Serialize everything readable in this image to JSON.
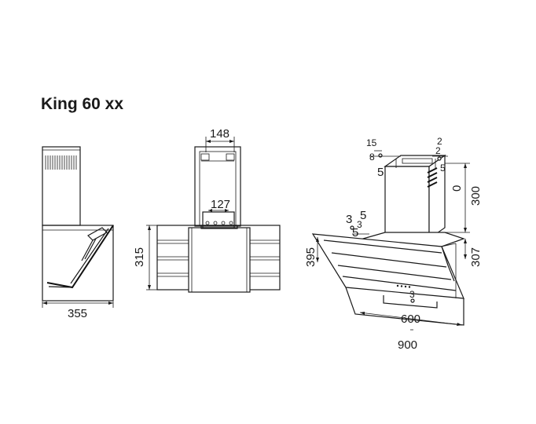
{
  "title": "King 60 xx",
  "side_view": {
    "width_label": "355"
  },
  "front_view": {
    "chimney_width_label": "148",
    "bracket_width_label": "127",
    "height_label": "315"
  },
  "perspective_view": {
    "height_chimney_label": "300",
    "depth_label": "395",
    "right_depth_label": "307",
    "inner_width_label": "600",
    "outer_width_label": "900",
    "small_a": "15",
    "small_b": "5",
    "small_c": "3",
    "small_d": "5",
    "small_e": "8",
    "small_f": "2",
    "small_g": "3",
    "small_h": "5",
    "small_i": "2",
    "small_j": "0"
  }
}
